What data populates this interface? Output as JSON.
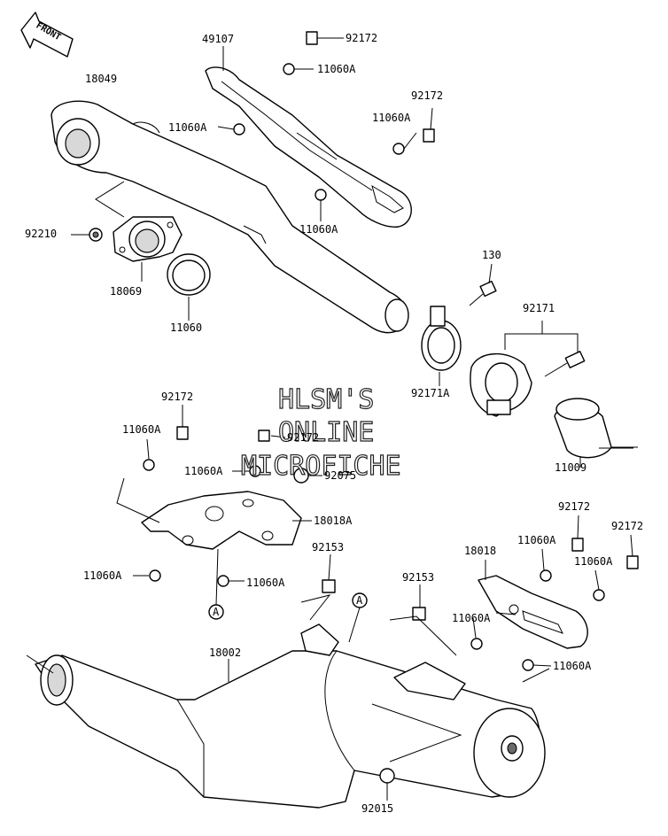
{
  "front_label": "FRONT",
  "watermark": [
    "HLSM'S",
    "ONLINE",
    "MICROFICHE"
  ],
  "callout_marker": "A",
  "parts": [
    {
      "id": "p49107",
      "label": "49107"
    },
    {
      "id": "p92172a",
      "label": "92172"
    },
    {
      "id": "p11060Aa",
      "label": "11060A"
    },
    {
      "id": "p18049",
      "label": "18049"
    },
    {
      "id": "p92172b",
      "label": "92172"
    },
    {
      "id": "p11060Ab",
      "label": "11060A"
    },
    {
      "id": "p11060Ac",
      "label": "11060A"
    },
    {
      "id": "p11060Ad",
      "label": "11060A"
    },
    {
      "id": "p92210",
      "label": "92210"
    },
    {
      "id": "p18069",
      "label": "18069"
    },
    {
      "id": "p11060",
      "label": "11060"
    },
    {
      "id": "p130",
      "label": "130"
    },
    {
      "id": "p92171",
      "label": "92171"
    },
    {
      "id": "p92171A",
      "label": "92171A"
    },
    {
      "id": "p92172c",
      "label": "92172"
    },
    {
      "id": "p11060Ae",
      "label": "11060A"
    },
    {
      "id": "p92172d",
      "label": "92172"
    },
    {
      "id": "p11060Af",
      "label": "11060A"
    },
    {
      "id": "p92075",
      "label": "92075"
    },
    {
      "id": "p11009",
      "label": "11009"
    },
    {
      "id": "p18018A",
      "label": "18018A"
    },
    {
      "id": "p11060Ag",
      "label": "11060A"
    },
    {
      "id": "p11060Ah",
      "label": "11060A"
    },
    {
      "id": "p92153a",
      "label": "92153"
    },
    {
      "id": "p92172e",
      "label": "92172"
    },
    {
      "id": "p11060Ai",
      "label": "11060A"
    },
    {
      "id": "p92172f",
      "label": "92172"
    },
    {
      "id": "p18018",
      "label": "18018"
    },
    {
      "id": "p11060Aj",
      "label": "11060A"
    },
    {
      "id": "p92153b",
      "label": "92153"
    },
    {
      "id": "p11060Ak",
      "label": "11060A"
    },
    {
      "id": "p18002",
      "label": "18002"
    },
    {
      "id": "p11060Al",
      "label": "11060A"
    },
    {
      "id": "p92015",
      "label": "92015"
    }
  ]
}
